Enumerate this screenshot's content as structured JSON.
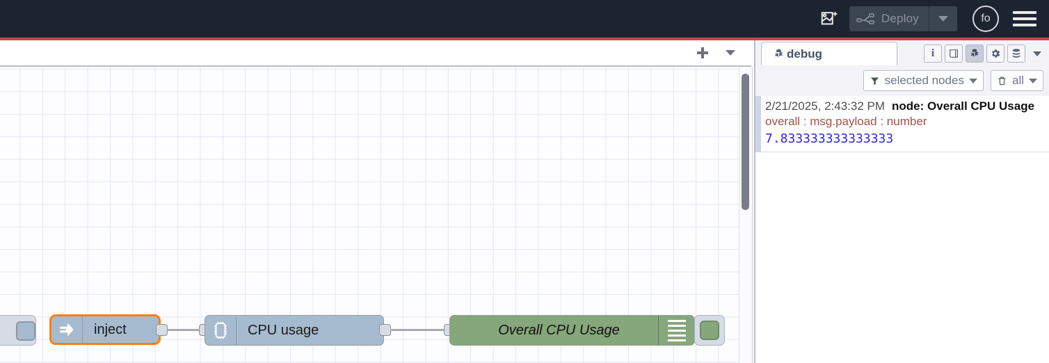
{
  "header": {
    "magic_icon": "flow-sparkle-icon",
    "deploy_label": "Deploy",
    "deploy_caret_icon": "chevron-down-icon",
    "deploy_disabled": true,
    "avatar_initials": "fo",
    "menu_icon": "hamburger-menu-icon",
    "accent_color": "#c34747",
    "bg_color": "#1c2430"
  },
  "tabbar": {
    "add_label": "+",
    "add_icon": "plus-icon",
    "menu_icon": "chevron-down-icon",
    "tabs": []
  },
  "canvas": {
    "grid": true,
    "grid_size": 32,
    "scrollbar": {
      "orientation": "vertical",
      "visible": true
    },
    "nodes": [
      {
        "id": "ghost",
        "type": "partial-node",
        "label": "",
        "icon": "node-placeholder-icon",
        "color": "#d6dbe6",
        "selected": false
      },
      {
        "id": "inject",
        "type": "inject",
        "label": "inject",
        "icon": "arrow-right-inject-icon",
        "color": "#a6bbcf",
        "selected": true,
        "selection_color": "#ff7f0e"
      },
      {
        "id": "cpu-usage",
        "type": "cpu",
        "label": "CPU usage",
        "icon": "microchip-icon",
        "color": "#a6bbcf",
        "selected": false
      },
      {
        "id": "overall-cpu-usage",
        "type": "debug",
        "label": "Overall CPU Usage",
        "icon": "debug-lines-icon",
        "color": "#86a67c",
        "selected": false,
        "enabled": true
      }
    ]
  },
  "sidebar": {
    "tab": {
      "label": "debug",
      "icon": "bug-icon"
    },
    "toolbar": [
      {
        "name": "info-icon",
        "glyph": "i",
        "active": false
      },
      {
        "name": "book-icon",
        "glyph": "book",
        "active": false
      },
      {
        "name": "bug-icon",
        "glyph": "bug",
        "active": true
      },
      {
        "name": "gear-icon",
        "glyph": "gear",
        "active": false
      },
      {
        "name": "database-icon",
        "glyph": "database",
        "active": false
      },
      {
        "name": "chevron-down-icon",
        "glyph": "caret",
        "active": false
      }
    ],
    "filters": {
      "node_filter": {
        "label": "selected nodes",
        "icon": "funnel-icon",
        "caret": "chevron-down-icon"
      },
      "clear_filter": {
        "label": "all",
        "icon": "trash-icon",
        "caret": "chevron-down-icon"
      }
    },
    "messages": [
      {
        "time": "2/21/2025, 2:43:32 PM",
        "node": "node: Overall CPU Usage",
        "topic": "overall : msg.payload : number",
        "value": "7.833333333333333"
      }
    ]
  }
}
